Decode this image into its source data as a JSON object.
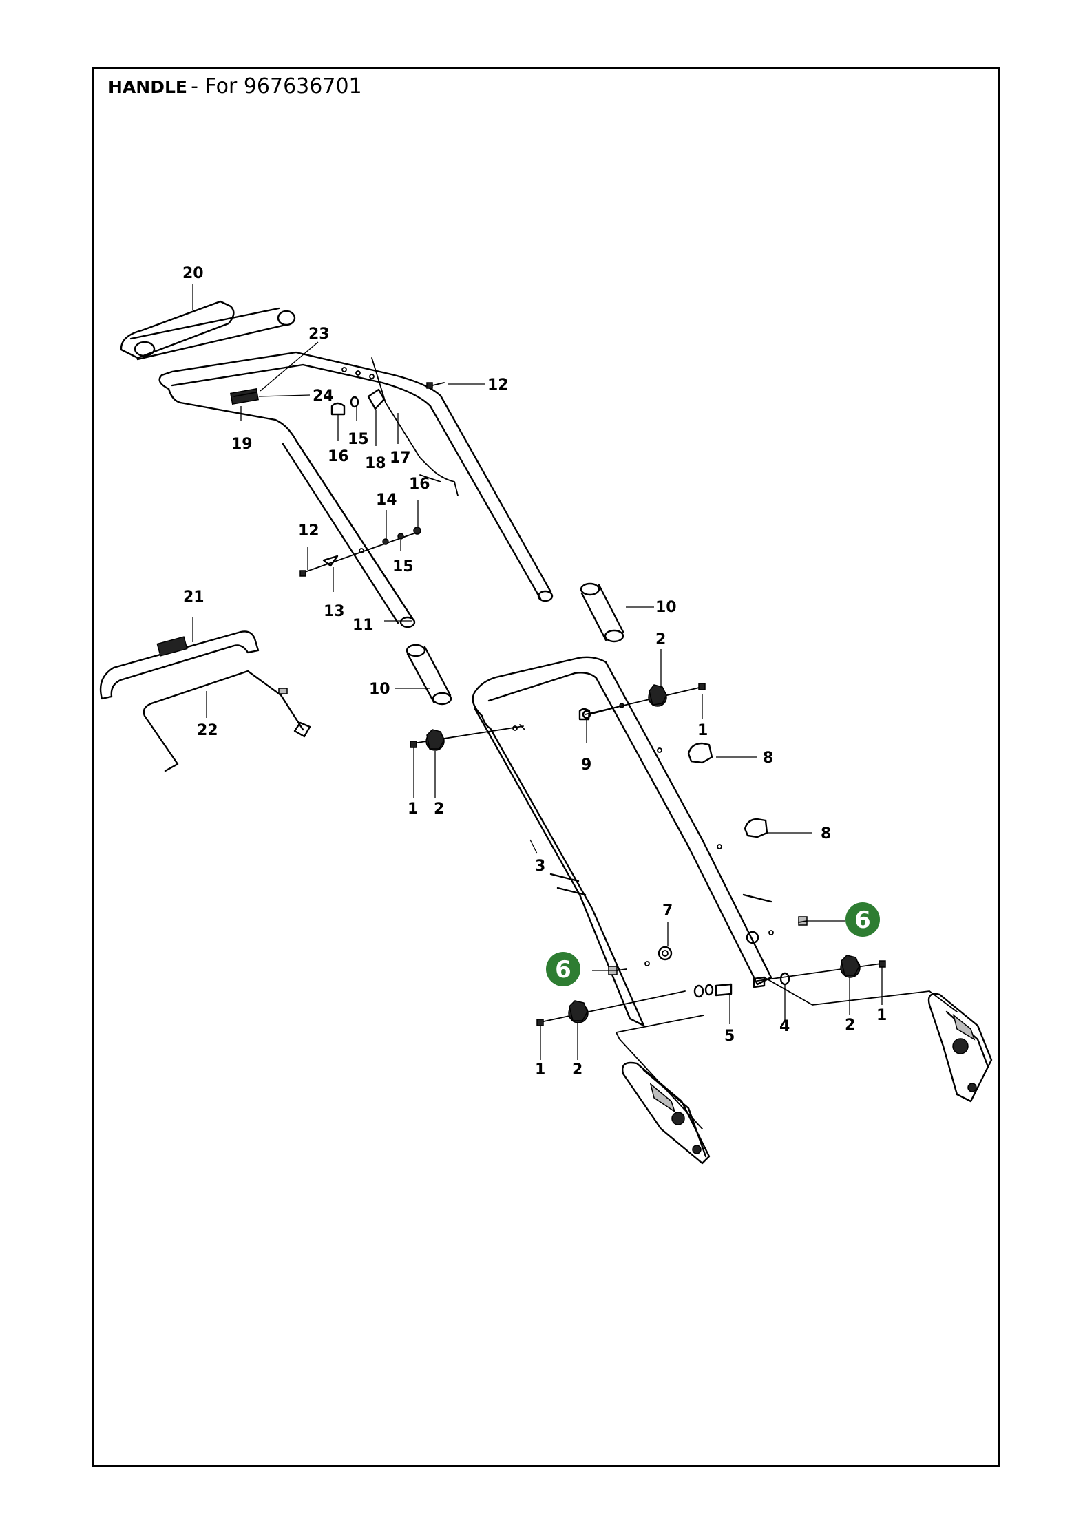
{
  "header": {
    "title_bold": "HANDLE",
    "title_rest": "- For 967636701"
  },
  "colors": {
    "highlight": "#2e7d32"
  },
  "labels": [
    {
      "id": "l1",
      "text": "20"
    },
    {
      "id": "l2",
      "text": "23"
    },
    {
      "id": "l3",
      "text": "24"
    },
    {
      "id": "l4",
      "text": "12"
    },
    {
      "id": "l5",
      "text": "19"
    },
    {
      "id": "l6",
      "text": "15"
    },
    {
      "id": "l7",
      "text": "16"
    },
    {
      "id": "l8",
      "text": "18"
    },
    {
      "id": "l9",
      "text": "17"
    },
    {
      "id": "l10",
      "text": "16"
    },
    {
      "id": "l11",
      "text": "14"
    },
    {
      "id": "l12",
      "text": "12"
    },
    {
      "id": "l13",
      "text": "15"
    },
    {
      "id": "l14",
      "text": "13"
    },
    {
      "id": "l15",
      "text": "11"
    },
    {
      "id": "l16",
      "text": "21"
    },
    {
      "id": "l17",
      "text": "10"
    },
    {
      "id": "l18",
      "text": "10"
    },
    {
      "id": "l19",
      "text": "22"
    },
    {
      "id": "l20",
      "text": "2"
    },
    {
      "id": "l21",
      "text": "1"
    },
    {
      "id": "l22",
      "text": "9"
    },
    {
      "id": "l23",
      "text": "8"
    },
    {
      "id": "l24",
      "text": "1"
    },
    {
      "id": "l25",
      "text": "2"
    },
    {
      "id": "l26",
      "text": "8"
    },
    {
      "id": "l27",
      "text": "3"
    },
    {
      "id": "l28",
      "text": "7"
    },
    {
      "id": "l29",
      "text": "5"
    },
    {
      "id": "l30",
      "text": "4"
    },
    {
      "id": "l31",
      "text": "2"
    },
    {
      "id": "l32",
      "text": "1"
    },
    {
      "id": "l33",
      "text": "1"
    },
    {
      "id": "l34",
      "text": "2"
    }
  ],
  "highlighted_labels": [
    {
      "id": "h1",
      "text": "6"
    },
    {
      "id": "h2",
      "text": "6"
    }
  ]
}
